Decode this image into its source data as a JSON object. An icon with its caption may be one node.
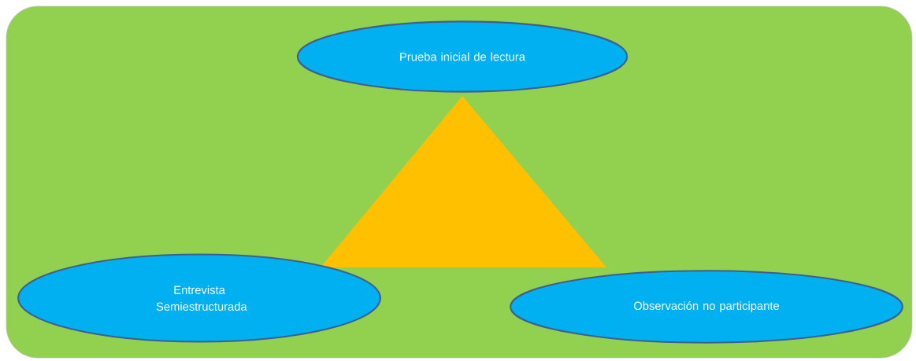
{
  "diagram": {
    "nodes": [
      {
        "text": [
          "Prueba inicial de lectura"
        ]
      },
      {
        "text": [],
        "shape": "triangle"
      },
      {
        "text": [
          "Entrevista Semiestructurada"
        ]
      },
      {
        "text": [
          "Observación no participante"
        ]
      }
    ]
  }
}
